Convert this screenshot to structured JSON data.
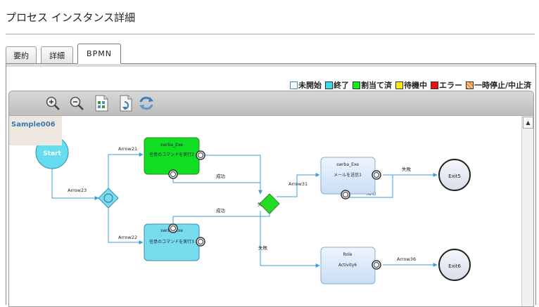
{
  "page": {
    "title": "プロセス インスタンス詳細"
  },
  "tabs": [
    {
      "label": "要約"
    },
    {
      "label": "詳細"
    },
    {
      "label": "BPMN"
    }
  ],
  "legend": [
    {
      "label": "未開始",
      "color": "#ffffff"
    },
    {
      "label": "終了",
      "color": "#33ddee"
    },
    {
      "label": "割当て済",
      "color": "#11ee11"
    },
    {
      "label": "待機中",
      "color": "#ffee00"
    },
    {
      "label": "エラー",
      "color": "#ee1111"
    },
    {
      "label": "一時停止/中止済",
      "color": "#ee8844"
    }
  ],
  "toolbar": {
    "icons": [
      "zoom-in-icon",
      "zoom-out-icon",
      "fit-page-icon",
      "export-icon",
      "refresh-icon"
    ]
  },
  "diagram": {
    "name": "Sample006",
    "start": "Start",
    "task_green": {
      "title": "swrba_Exe",
      "text": "任意のコマンドを実行2"
    },
    "task_cyan": {
      "title": "swrba_Exe",
      "text": "任意のコマンドを実行3"
    },
    "task_mail": {
      "title": "swrba_Exe",
      "text": "メールを送信1"
    },
    "task_role": {
      "title": "Role",
      "text": "Activity6"
    },
    "end1": "Exit5",
    "end2": "Exit6",
    "flows": {
      "arrow21": "Arrow21",
      "arrow22": "Arrow22",
      "arrow23": "Arrow23",
      "arrow31": "Arrow31",
      "arrow36": "Arrow36",
      "success1": "成功",
      "success2": "成功",
      "success3": "成功",
      "fail1": "失敗",
      "fail2": "失敗",
      "fail3": "失敗"
    }
  },
  "colors": {
    "accent_blue": "#3a9de0",
    "start_fill": "#66ddee",
    "task_green": "#11dd22",
    "task_cyan": "#77ddee",
    "task_pale": "#d6e8f8",
    "gateway_green": "#22dd22",
    "gateway_cyan": "#77ddee"
  }
}
